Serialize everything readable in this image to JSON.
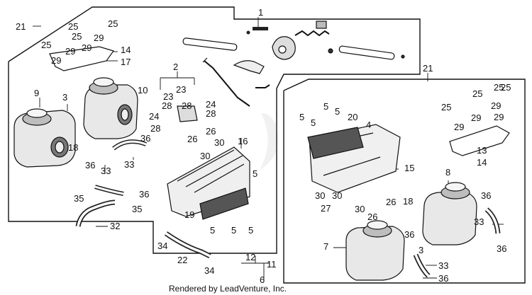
{
  "diagram": {
    "callouts": [
      {
        "id": "c1",
        "text": "1"
      },
      {
        "id": "c21a",
        "text": "21"
      },
      {
        "id": "c25a",
        "text": "25"
      },
      {
        "id": "c25b",
        "text": "25"
      },
      {
        "id": "c25c",
        "text": "25"
      },
      {
        "id": "c29a",
        "text": "29"
      },
      {
        "id": "c25d",
        "text": "25"
      },
      {
        "id": "c29b",
        "text": "29"
      },
      {
        "id": "c29c",
        "text": "29"
      },
      {
        "id": "c29d",
        "text": "29"
      },
      {
        "id": "c14a",
        "text": "14"
      },
      {
        "id": "c17",
        "text": "17"
      },
      {
        "id": "c2",
        "text": "2"
      },
      {
        "id": "c9",
        "text": "9"
      },
      {
        "id": "c3a",
        "text": "3"
      },
      {
        "id": "c10",
        "text": "10"
      },
      {
        "id": "c23a",
        "text": "23"
      },
      {
        "id": "c23b",
        "text": "23"
      },
      {
        "id": "c28a",
        "text": "28"
      },
      {
        "id": "c28b",
        "text": "28"
      },
      {
        "id": "c24a",
        "text": "24"
      },
      {
        "id": "c28c",
        "text": "28"
      },
      {
        "id": "c24b",
        "text": "24"
      },
      {
        "id": "c28d",
        "text": "28"
      },
      {
        "id": "c18a",
        "text": "18"
      },
      {
        "id": "c36a",
        "text": "36"
      },
      {
        "id": "c26a",
        "text": "26"
      },
      {
        "id": "c26b",
        "text": "26"
      },
      {
        "id": "c30a",
        "text": "30"
      },
      {
        "id": "c30b",
        "text": "30"
      },
      {
        "id": "c16",
        "text": "16"
      },
      {
        "id": "c33a",
        "text": "33"
      },
      {
        "id": "c36b",
        "text": "36"
      },
      {
        "id": "c33b",
        "text": "33"
      },
      {
        "id": "c36c",
        "text": "36"
      },
      {
        "id": "c35a",
        "text": "35"
      },
      {
        "id": "c35b",
        "text": "35"
      },
      {
        "id": "c32",
        "text": "32"
      },
      {
        "id": "c5a",
        "text": "5"
      },
      {
        "id": "c19",
        "text": "19"
      },
      {
        "id": "c5b",
        "text": "5"
      },
      {
        "id": "c5c",
        "text": "5"
      },
      {
        "id": "c5d",
        "text": "5"
      },
      {
        "id": "c34a",
        "text": "34"
      },
      {
        "id": "c22",
        "text": "22"
      },
      {
        "id": "c34b",
        "text": "34"
      },
      {
        "id": "c12",
        "text": "12"
      },
      {
        "id": "c11",
        "text": "11"
      },
      {
        "id": "c6",
        "text": "6"
      },
      {
        "id": "c21b",
        "text": "21"
      },
      {
        "id": "c25e",
        "text": "25"
      },
      {
        "id": "c25f",
        "text": "25"
      },
      {
        "id": "c25g",
        "text": "25"
      },
      {
        "id": "c29e",
        "text": "29"
      },
      {
        "id": "c29f",
        "text": "29"
      },
      {
        "id": "c25h",
        "text": "25"
      },
      {
        "id": "c29g",
        "text": "29"
      },
      {
        "id": "c29h",
        "text": "29"
      },
      {
        "id": "c13",
        "text": "13"
      },
      {
        "id": "c14b",
        "text": "14"
      },
      {
        "id": "c5e",
        "text": "5"
      },
      {
        "id": "c5f",
        "text": "5"
      },
      {
        "id": "c5g",
        "text": "5"
      },
      {
        "id": "c5h",
        "text": "5"
      },
      {
        "id": "c20",
        "text": "20"
      },
      {
        "id": "c4",
        "text": "4"
      },
      {
        "id": "c15",
        "text": "15"
      },
      {
        "id": "c30c",
        "text": "30"
      },
      {
        "id": "c30d",
        "text": "30"
      },
      {
        "id": "c27",
        "text": "27"
      },
      {
        "id": "c30e",
        "text": "30"
      },
      {
        "id": "c26c",
        "text": "26"
      },
      {
        "id": "c26d",
        "text": "26"
      },
      {
        "id": "c7",
        "text": "7"
      },
      {
        "id": "c18b",
        "text": "18"
      },
      {
        "id": "c8",
        "text": "8"
      },
      {
        "id": "c36d",
        "text": "36"
      },
      {
        "id": "c33c",
        "text": "33"
      },
      {
        "id": "c36e",
        "text": "36"
      },
      {
        "id": "c36f",
        "text": "36"
      },
      {
        "id": "c3b",
        "text": "3"
      },
      {
        "id": "c33d",
        "text": "33"
      },
      {
        "id": "c36g",
        "text": "36"
      }
    ],
    "credit": "Rendered by LeadVenture, Inc."
  }
}
